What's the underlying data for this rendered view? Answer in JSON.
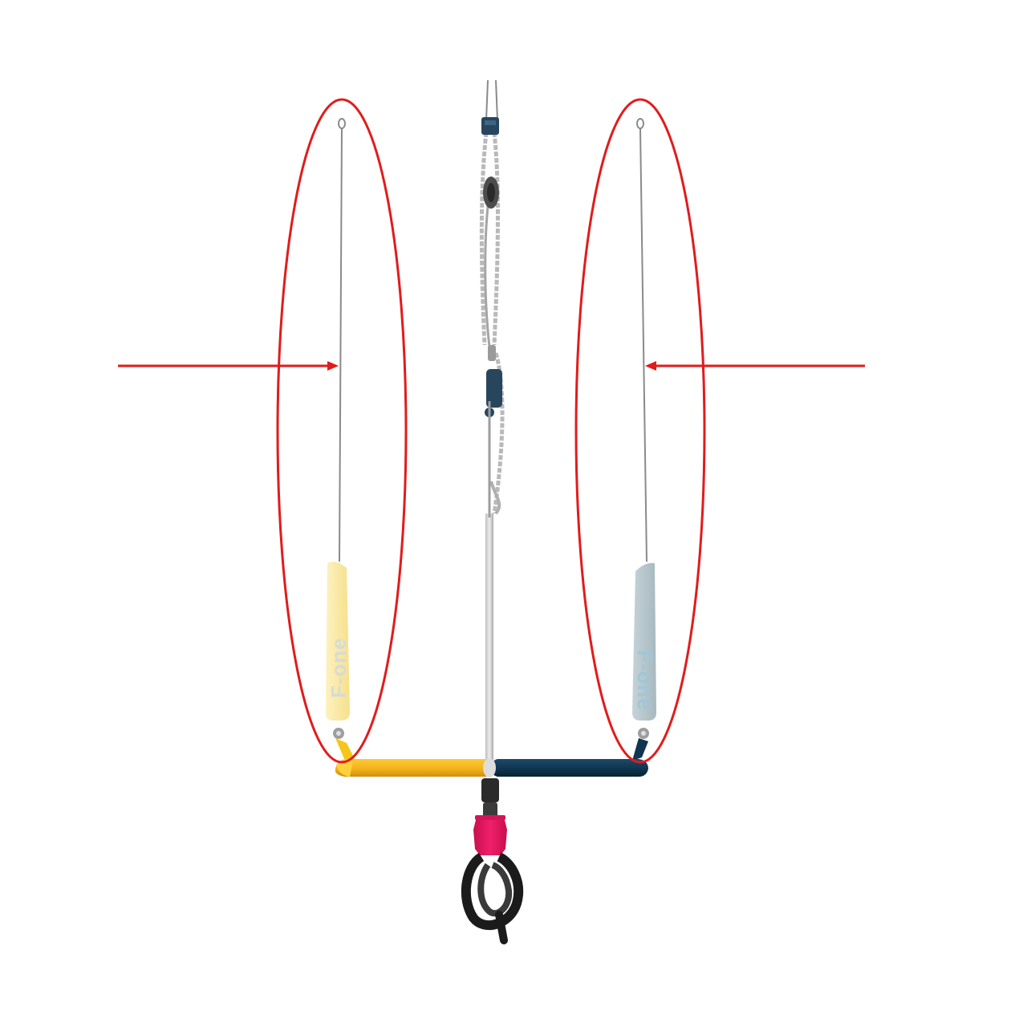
{
  "product": {
    "left_float_brand": "F-one",
    "right_float_brand": "F-one"
  },
  "colors": {
    "annotation": "#e21b1b",
    "left_bar": "#f2b21c",
    "right_bar": "#0f3550",
    "left_float": "#fbeaa6",
    "right_float": "#b6c6cc",
    "left_float_text": "#d6dbd8",
    "right_float_text": "#9fc7d8",
    "chicken_loop_collar": "#e8195f",
    "chicken_loop": "#1b1b1b",
    "line": "#8a8a8a",
    "rope": "#b9b9b9",
    "hardware_dark": "#27465e"
  },
  "annotations": {
    "highlighted_parts": [
      "left-float-line",
      "right-float-line"
    ],
    "arrows": [
      "left-arrow",
      "right-arrow"
    ]
  }
}
